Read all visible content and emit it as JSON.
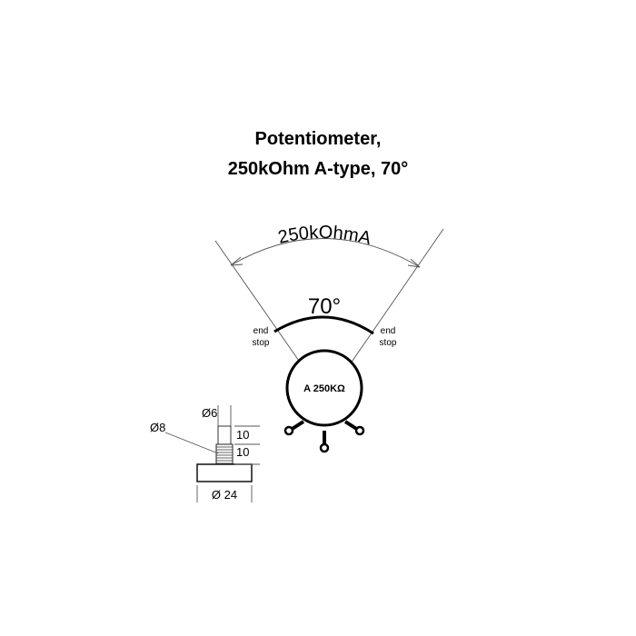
{
  "title": {
    "line1": "Potentiometer,",
    "line2": "250kOhm A-type, 70°"
  },
  "pot_diagram": {
    "value_arc_label": "250kOhmA",
    "angle_label": "70°",
    "end_stop_left": [
      "end",
      "stop"
    ],
    "end_stop_right": [
      "end",
      "stop"
    ],
    "body_label": "A 250KΩ"
  },
  "dimensions": {
    "shaft_diameter": "Ø6",
    "thread_diameter": "Ø8",
    "shaft_length": "10",
    "thread_length": "10",
    "body_diameter": "Ø 24"
  }
}
